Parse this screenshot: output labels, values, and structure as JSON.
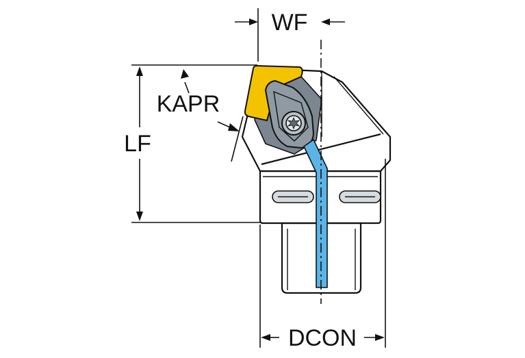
{
  "labels": {
    "wf": "WF",
    "kapr": "KAPR",
    "lf": "LF",
    "dcon": "DCON"
  },
  "colors": {
    "body_shade": "#98a2ab",
    "body_dark": "#6f7a84",
    "shank_light": "#d6dce1",
    "insert": "#f3c300",
    "coolant": "#5ab4e6",
    "outline": "#111111"
  }
}
